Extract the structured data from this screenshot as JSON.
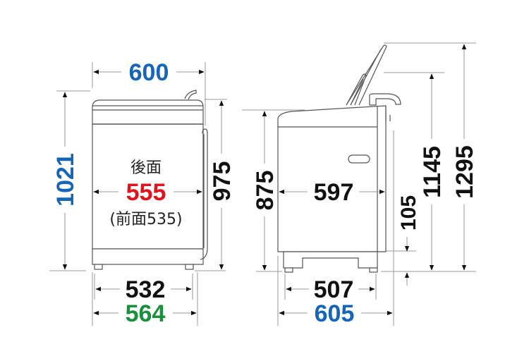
{
  "colors": {
    "blue": "#1565b8",
    "red": "#e0141e",
    "green": "#1a8f3c",
    "black": "#111111"
  },
  "front_view": {
    "width_top": "600",
    "height_total": "1021",
    "height_body": "975",
    "rear_label": "後面",
    "rear_width": "555",
    "front_note": "(前面535)",
    "foot_span": "532",
    "base_width": "564"
  },
  "side_view": {
    "height_body": "875",
    "depth_body": "597",
    "height_lid_open_lower": "1145",
    "height_lid_open_upper": "1295",
    "base_height": "105",
    "foot_span": "507",
    "depth_total": "605"
  }
}
